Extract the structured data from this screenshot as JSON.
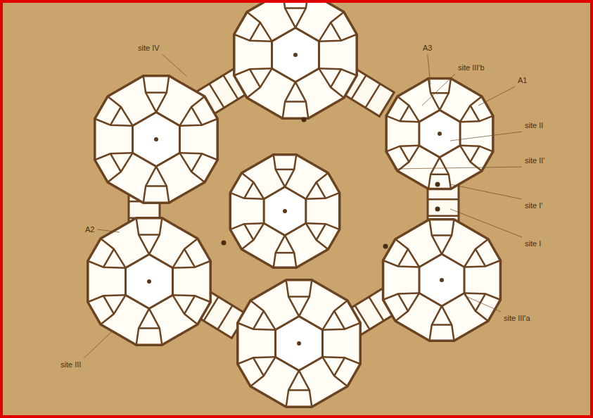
{
  "diagram": {
    "labels": [
      "site IV",
      "A3",
      "site III'b",
      "A1",
      "site II",
      "site II'",
      "site I'",
      "site I",
      "site III'a",
      "A2",
      "site III"
    ]
  }
}
